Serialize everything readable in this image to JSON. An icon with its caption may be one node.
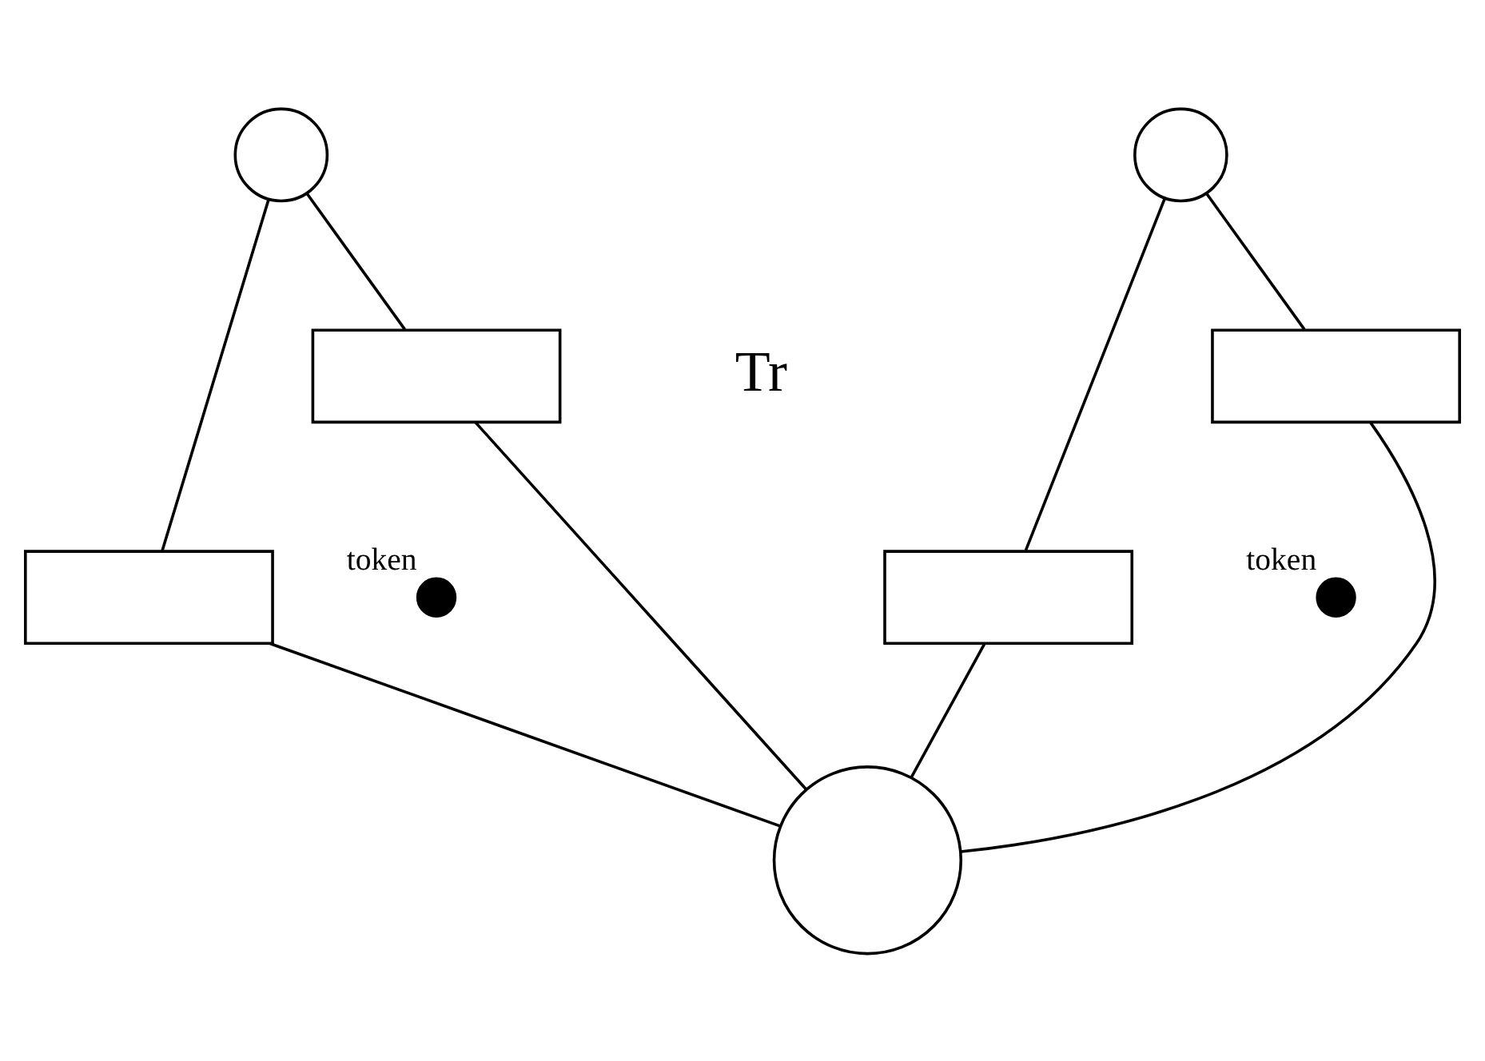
{
  "diagram": {
    "nodes": [
      {
        "text": [],
        "shape": "circle"
      },
      {
        "text": [],
        "shape": "circle"
      },
      {
        "text": [],
        "shape": "box"
      },
      {
        "text": [],
        "shape": "box"
      },
      {
        "text": [],
        "shape": "dot",
        "beside": [
          "token"
        ]
      },
      {
        "text": [],
        "shape": "dot",
        "beside": [
          "token"
        ]
      },
      {
        "text": [],
        "shape": "box"
      },
      {
        "text": [],
        "shape": "box"
      },
      {
        "text": [],
        "shape": "circle"
      }
    ],
    "edges": [
      {
        "from": 0,
        "to": 2,
        "arrow": "none"
      },
      {
        "from": 0,
        "to": 6,
        "arrow": "none"
      },
      {
        "from": 1,
        "to": 3,
        "arrow": "none"
      },
      {
        "from": 1,
        "to": 7,
        "arrow": "none"
      },
      {
        "from": 2,
        "to": 8,
        "arrow": "none"
      },
      {
        "from": 3,
        "to": 8,
        "arrow": "none"
      },
      {
        "from": 6,
        "to": 8,
        "arrow": "none"
      },
      {
        "from": 7,
        "to": 8,
        "arrow": "none"
      }
    ],
    "labels": [
      "Tr"
    ]
  }
}
